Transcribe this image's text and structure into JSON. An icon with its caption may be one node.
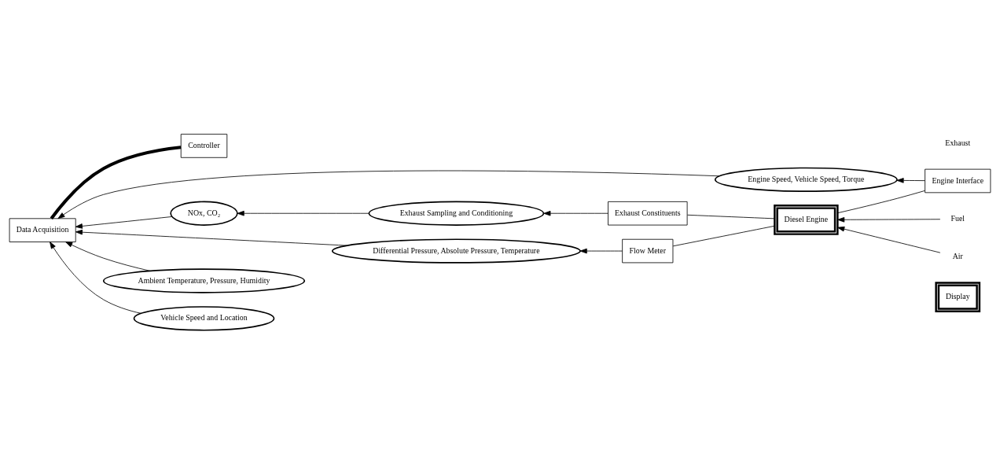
{
  "diagram": {
    "nodes": [
      {
        "text": [
          "Display"
        ]
      },
      {
        "text": [
          "Controller"
        ]
      },
      {
        "text": [
          "Data Acquisition"
        ]
      },
      {
        "text": [
          "NOx, CO₂"
        ]
      },
      {
        "text": [
          "Exhaust Sampling and Conditioning"
        ]
      },
      {
        "text": [
          "Exhaust Constituents"
        ]
      },
      {
        "text": [
          "Differential Pressure, Absolute Pressure, Temperature"
        ]
      },
      {
        "text": [
          "Flow Meter"
        ]
      },
      {
        "text": [
          "Engine Speed, Vehicle Speed, Torque"
        ]
      },
      {
        "text": [
          "Engine Interface"
        ]
      },
      {
        "text": [
          "Ambient Temperature, Pressure, Humidity"
        ]
      },
      {
        "text": [
          "Vehicle Speed and Location"
        ]
      },
      {
        "text": [
          "Diesel Engine"
        ]
      },
      {
        "text": [
          "Fuel"
        ]
      },
      {
        "text": [
          "Air"
        ]
      }
    ],
    "edges": [
      {
        "from": 1,
        "to": 2,
        "arrow": "none",
        "style": "thick"
      },
      {
        "from": 3,
        "to": 2,
        "arrow": "to"
      },
      {
        "from": 6,
        "to": 2,
        "arrow": "to"
      },
      {
        "from": 8,
        "to": 2,
        "arrow": "to"
      },
      {
        "from": 10,
        "to": 2,
        "arrow": "to"
      },
      {
        "from": 11,
        "to": 2,
        "arrow": "to"
      },
      {
        "from": 4,
        "to": 3,
        "arrow": "to"
      },
      {
        "from": 5,
        "to": 4,
        "arrow": "to"
      },
      {
        "from": 7,
        "to": 6,
        "arrow": "to"
      },
      {
        "from": 9,
        "to": 8,
        "arrow": "to"
      },
      {
        "from": 9,
        "to": 12,
        "arrow": "none"
      },
      {
        "from": 12,
        "to": 7,
        "arrow": "none"
      },
      {
        "from": 12,
        "to": 5,
        "arrow": "none"
      },
      {
        "from": 13,
        "to": 12,
        "arrow": "to"
      },
      {
        "from": 14,
        "to": 12,
        "arrow": "to"
      }
    ],
    "labels": [
      "Exhaust"
    ]
  }
}
